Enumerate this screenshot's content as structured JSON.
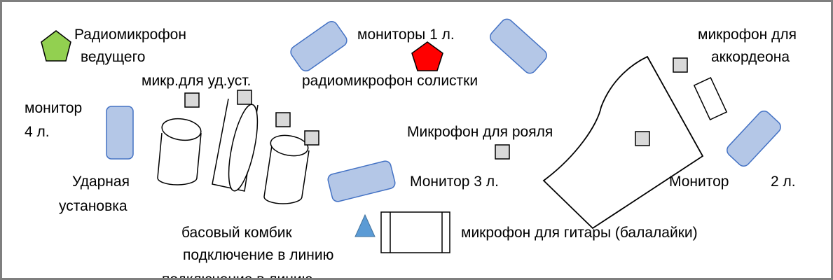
{
  "labels": {
    "host_mic_1": "Радиомикрофон",
    "host_mic_2": "ведущего",
    "monitors_1": "мониторы 1 л.",
    "drum_mic": "микр.для уд.уст.",
    "soloist_mic": "радиомикрофон солистки",
    "accordion_mic_1": "микрофон для",
    "accordion_mic_2": "аккордеона",
    "monitor4_1": "монитор",
    "monitor4_2": "4 л.",
    "piano_mic": "Микрофон для рояля",
    "drums_1": "Ударная",
    "drums_2": "установка",
    "monitor3": "Монитор 3 л.",
    "monitor2_a": "Монитор",
    "monitor2_b": "2 л.",
    "bass_amp": "басовый комбик",
    "guitar_mic": "микрофон для гитары (балалайки)",
    "line_in": "подключение в линию",
    "line_in_cut": "подключение в линию"
  },
  "colors": {
    "host_pentagon": "#92d050",
    "soloist_pentagon": "#ff0000",
    "monitor_fill": "#b4c7e7",
    "monitor_stroke": "#4472c4",
    "bass_triangle": "#5b9bd5",
    "mic_square": "#d9d9d9"
  },
  "icons": {
    "host_mic": "green-pentagon-icon",
    "soloist_mic": "red-pentagon-icon",
    "bass_amp": "blue-triangle-icon",
    "mic": "grey-square-icon"
  }
}
